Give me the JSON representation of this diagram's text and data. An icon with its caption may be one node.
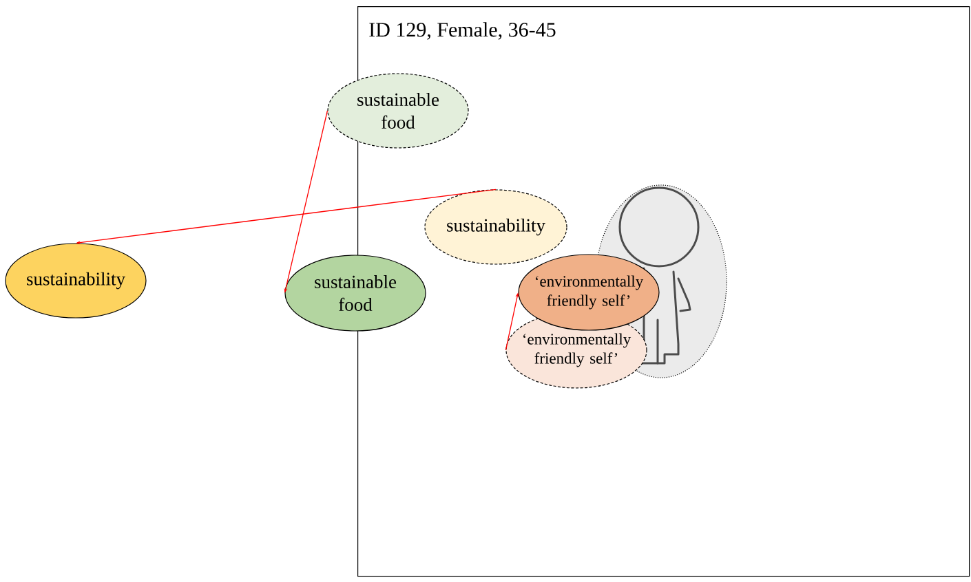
{
  "diagram": {
    "nodes": [
      {
        "text": [
          "ID 129, Female, 36-45"
        ]
      },
      {
        "text": [
          "sustainable food"
        ]
      },
      {
        "text": [
          "sustainability"
        ],
        "in": 0
      },
      {
        "text": [
          "sustainability"
        ]
      },
      {
        "text": [
          "sustainable food"
        ]
      },
      {
        "text": [
          "‘environmentally friendly self’"
        ],
        "in": 0
      },
      {
        "text": [],
        "shape": "person",
        "in": 0
      },
      {
        "text": [
          "‘environmentally friendly self’"
        ],
        "in": 0
      }
    ],
    "edges": [
      {
        "from": 1,
        "to": 4,
        "arrow": "to"
      },
      {
        "from": 2,
        "to": 3,
        "arrow": "to"
      },
      {
        "from": 7,
        "to": 5,
        "arrow": "to"
      }
    ]
  }
}
